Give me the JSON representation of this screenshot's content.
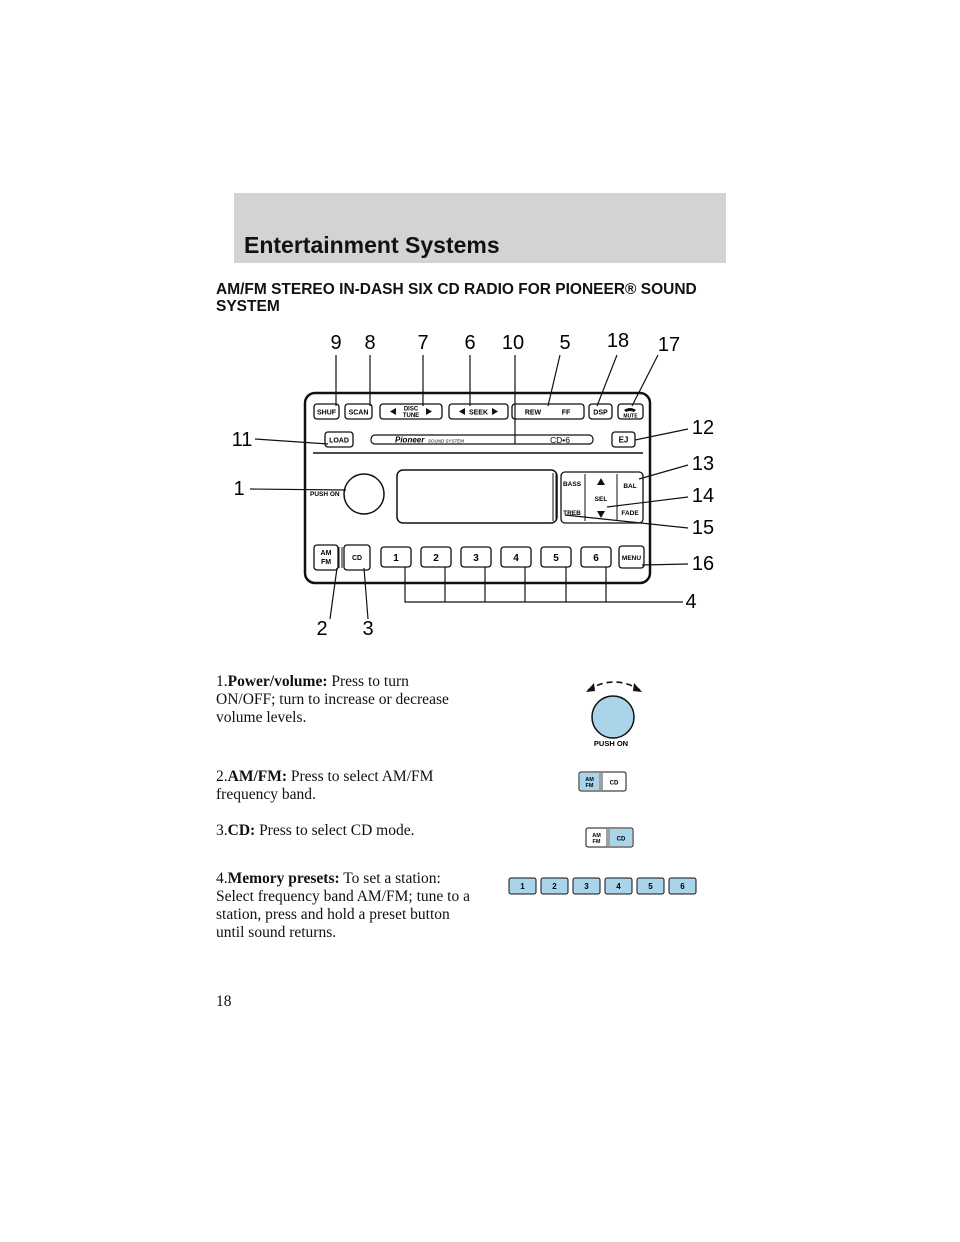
{
  "header": {
    "title": "Entertainment Systems"
  },
  "section": {
    "heading": "AM/FM STEREO IN-DASH SIX CD RADIO FOR PIONEER® SOUND SYSTEM"
  },
  "radio": {
    "buttons": {
      "shuf": "SHUF",
      "scan": "SCAN",
      "disc": "DISC",
      "tune": "TUNE",
      "seek": "SEEK",
      "rew": "REW",
      "ff": "FF",
      "dsp": "DSP",
      "mute": "MUTE",
      "load": "LOAD",
      "ej": "EJ",
      "push_on": "PUSH ON",
      "bass": "BASS",
      "treb": "TREB",
      "sel": "SEL",
      "bal": "BAL",
      "fade": "FADE",
      "am": "AM",
      "fm": "FM",
      "cd": "CD",
      "menu": "MENU",
      "presets": [
        "1",
        "2",
        "3",
        "4",
        "5",
        "6"
      ]
    },
    "brand": "Pioneer",
    "brand_sub": "SOUND SYSTEM",
    "model": "CD•6"
  },
  "callouts": {
    "c9": "9",
    "c8": "8",
    "c7": "7",
    "c6": "6",
    "c10": "10",
    "c5": "5",
    "c18": "18",
    "c17": "17",
    "c11": "11",
    "c12": "12",
    "c1": "1",
    "c13": "13",
    "c14": "14",
    "c15": "15",
    "c16": "16",
    "c4": "4",
    "c2": "2",
    "c3": "3"
  },
  "items": [
    {
      "num": "1.",
      "term": "Power/volume:",
      "desc": "Press to turn ON/OFF; turn to increase or decrease volume levels."
    },
    {
      "num": "2.",
      "term": "AM/FM:",
      "desc": "Press to select AM/FM frequency band."
    },
    {
      "num": "3.",
      "term": "CD:",
      "desc": "Press to select CD mode."
    },
    {
      "num": "4.",
      "term": "Memory presets:",
      "desc": "To set a station: Select frequency band AM/FM; tune to a station, press and hold a preset button until sound returns."
    }
  ],
  "icons": {
    "push_on": "PUSH ON",
    "am": "AM",
    "fm": "FM",
    "cd": "CD",
    "presets": [
      "1",
      "2",
      "3",
      "4",
      "5",
      "6"
    ],
    "highlight_color": "#a9d4ea"
  },
  "page": {
    "number": "18"
  }
}
